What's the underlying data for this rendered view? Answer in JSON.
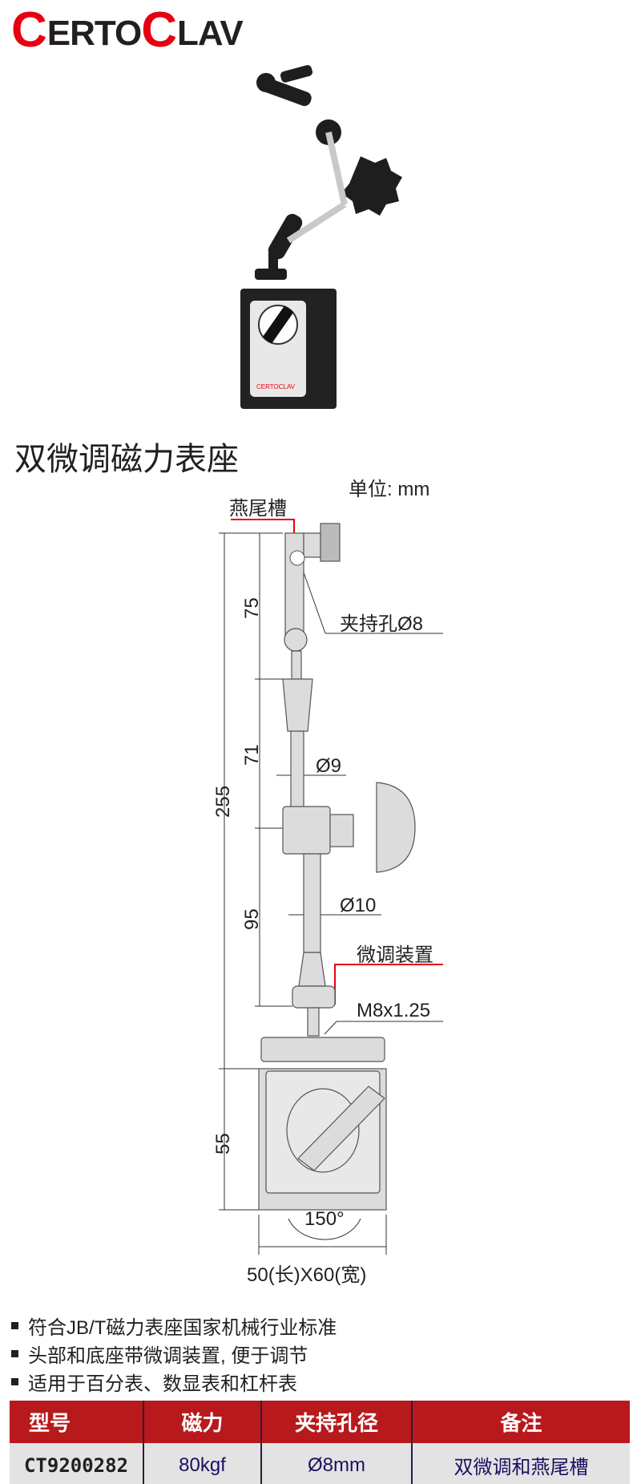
{
  "brand": {
    "logo": "CERTOCLAV",
    "part1_big": "C",
    "part1_rest": "ERTO",
    "part2_big": "C",
    "part2_rest": "LAV",
    "product_logo": "CERTOCLAV"
  },
  "title": "双微调磁力表座",
  "diagram": {
    "unit": "单位: mm",
    "dovetail": "燕尾槽",
    "clamp_hole": "夹持孔Ø8",
    "dim_total": "255",
    "dim_75": "75",
    "dim_71": "71",
    "dim_95": "95",
    "dim_55": "55",
    "rod_9": "Ø9",
    "rod_10": "Ø10",
    "fine_adjust": "微调装置",
    "thread": "M8x1.25",
    "angle": "150°",
    "base_size": "50(长)X60(宽)"
  },
  "features": [
    "符合JB/T磁力表座国家机械行业标准",
    "头部和底座带微调装置, 便于调节",
    "适用于百分表、数显表和杠杆表"
  ],
  "table": {
    "headers": [
      "型号",
      "磁力",
      "夹持孔径",
      "备注"
    ],
    "rows": [
      [
        "CT9200282",
        "80kgf",
        "Ø8mm",
        "双微调和燕尾槽"
      ]
    ]
  },
  "colors": {
    "brand_red": "#e60012",
    "header_red": "#b8191c",
    "row_gray": "#e3e3e3"
  }
}
